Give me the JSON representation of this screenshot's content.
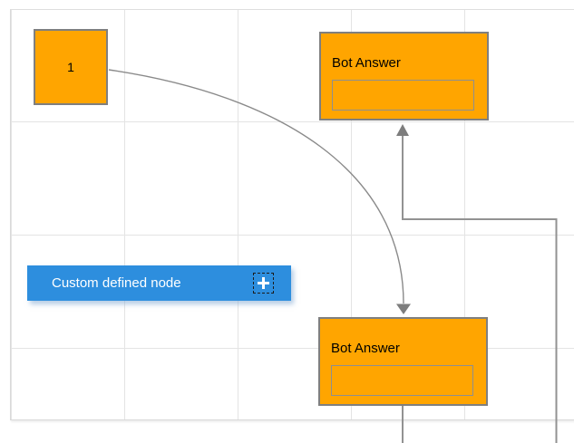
{
  "diagram": {
    "nodes": {
      "start_node": {
        "label": "1",
        "shape": "square"
      },
      "bot_answer_top": {
        "title": "Bot Answer",
        "field_value": ""
      },
      "bot_answer_bottom": {
        "title": "Bot Answer",
        "field_value": ""
      },
      "custom_node": {
        "label": "Custom defined node",
        "icon": "plus-icon"
      }
    },
    "connectors": [
      {
        "from": "start_node",
        "to": "bot_answer_bottom",
        "style": "curved-arrow"
      },
      {
        "from": "offscreen-bottom",
        "to": "bot_answer_top",
        "style": "orthogonal-arrow"
      },
      {
        "from": "bot_answer_bottom",
        "to": "offscreen-bottom",
        "style": "straight"
      }
    ],
    "colors": {
      "node_fill": "#FFA500",
      "node_border": "#7F7F7F",
      "field_border": "#8F8F8F",
      "button_fill": "#2D8EDE",
      "button_text": "#FFFFFF",
      "connector": "#8A8A8A",
      "arrowhead": "#7D7D7D",
      "grid_line": "#E4E4E4",
      "canvas_border": "#D9D9D9"
    }
  }
}
